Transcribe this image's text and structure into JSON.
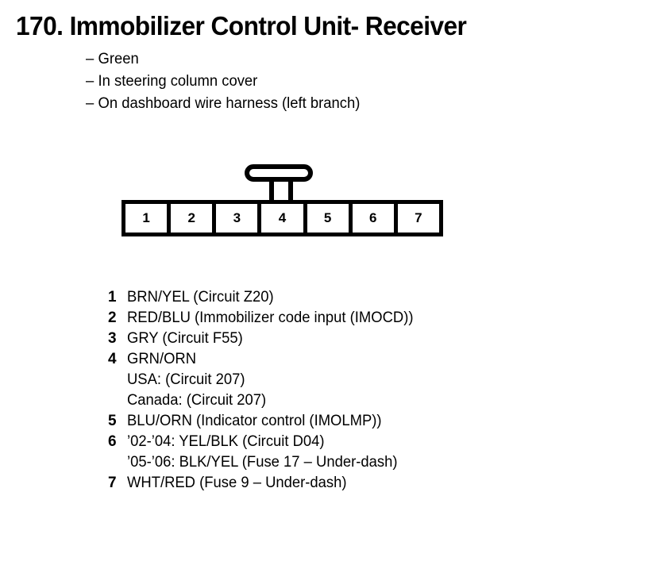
{
  "page": {
    "title": "170. Immobilizer Control Unit- Receiver"
  },
  "description": {
    "bullet": "–",
    "items": [
      "Green",
      "In steering column cover",
      "On dashboard wire harness (left branch)"
    ]
  },
  "connector": {
    "pin_count": 7,
    "pins": [
      "1",
      "2",
      "3",
      "4",
      "5",
      "6",
      "7"
    ],
    "tab_position_pin": "4"
  },
  "pin_legend": [
    {
      "number": "1",
      "description": "BRN/YEL (Circuit Z20)",
      "sublines": []
    },
    {
      "number": "2",
      "description": "RED/BLU (Immobilizer code input (IMOCD))",
      "sublines": []
    },
    {
      "number": "3",
      "description": "GRY (Circuit F55)",
      "sublines": []
    },
    {
      "number": "4",
      "description": "GRN/ORN",
      "sublines": [
        "USA: (Circuit 207)",
        "Canada: (Circuit 207)"
      ]
    },
    {
      "number": "5",
      "description": "BLU/ORN (Indicator control (IMOLMP))",
      "sublines": []
    },
    {
      "number": "6",
      "description": "’02-’04: YEL/BLK (Circuit D04)",
      "sublines": [
        "’05-’06: BLK/YEL (Fuse 17 – Under-dash)"
      ]
    },
    {
      "number": "7",
      "description": "WHT/RED (Fuse 9 – Under-dash)",
      "sublines": []
    }
  ]
}
